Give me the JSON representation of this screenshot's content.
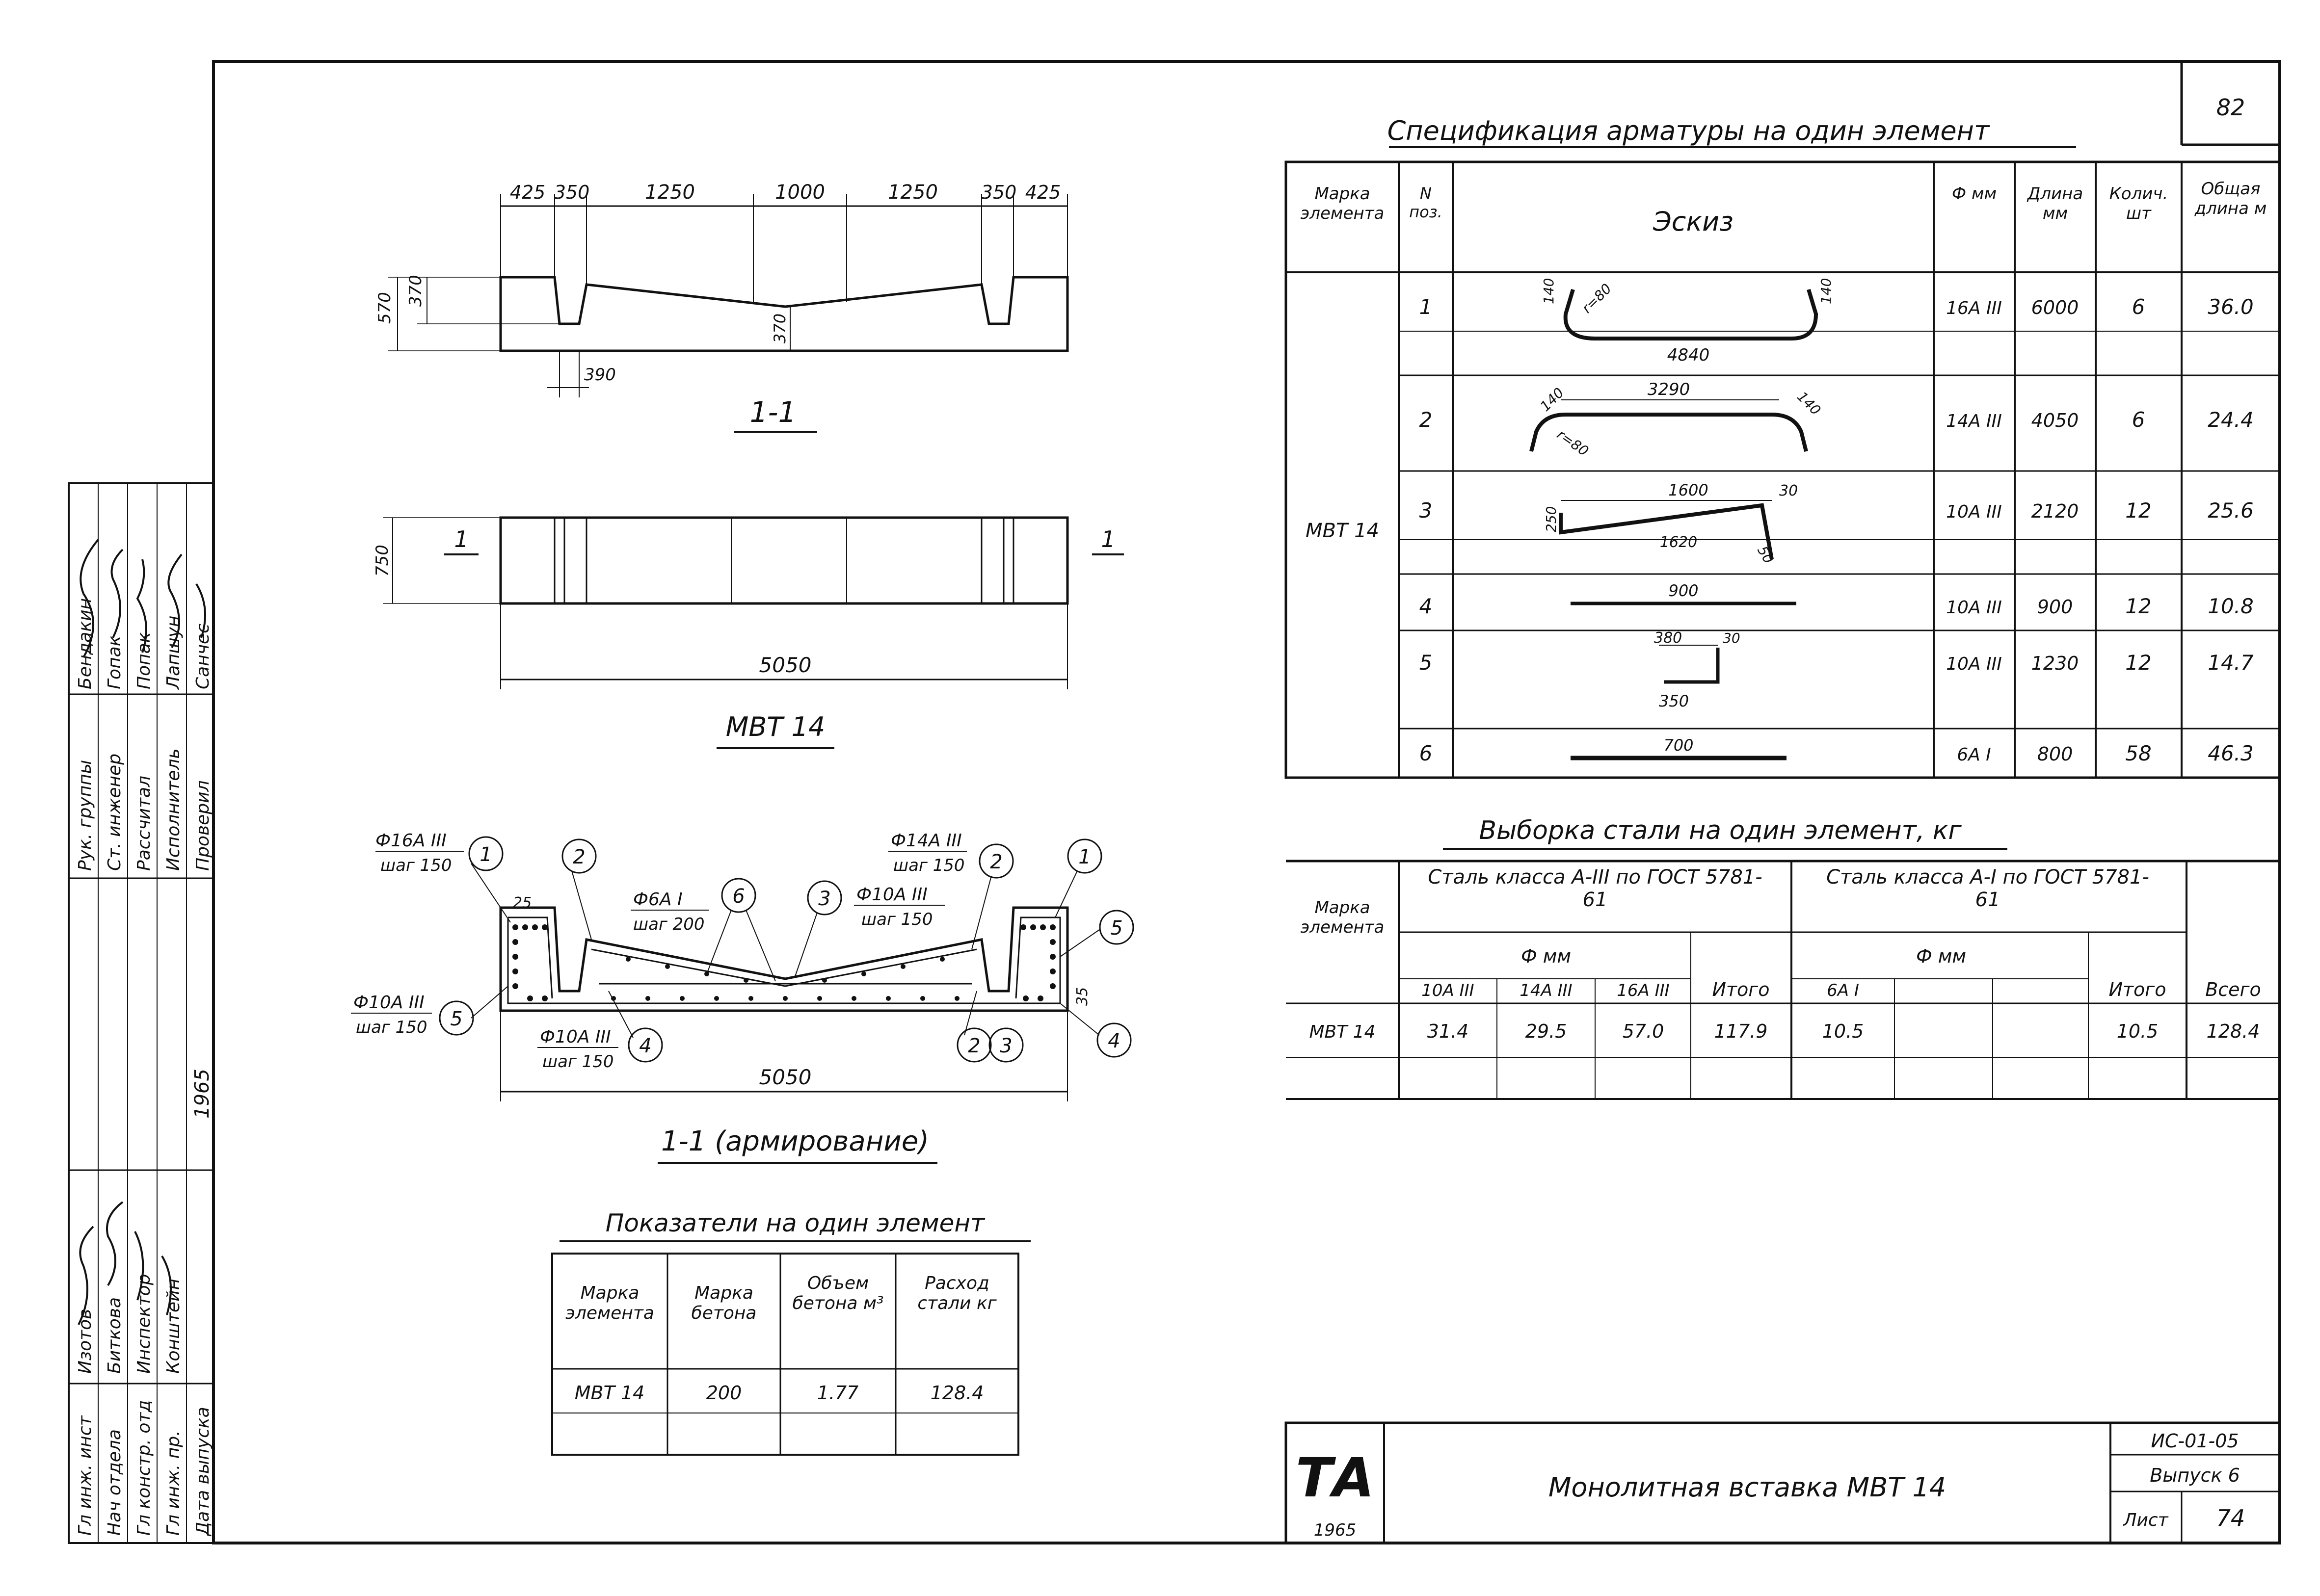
{
  "page_number": "82",
  "sidebar": {
    "rows": [
      {
        "role": "Гл инж. инст",
        "name": "Изотов",
        "date": ""
      },
      {
        "role": "Нач отдела",
        "name": "Биткова",
        "date": ""
      },
      {
        "role": "Гл констр. отд",
        "name": "Инспектор",
        "date": ""
      },
      {
        "role": "Гл инж. пр.",
        "name": "Конштейн",
        "date": ""
      },
      {
        "role": "Дата выпуска",
        "name": "",
        "date": "1965"
      }
    ],
    "roles2": [
      "Рук. группы",
      "Ст. инженер",
      "Рассчитал",
      "Исполнитель",
      "Проверил"
    ],
    "names2": [
      "Бендакин",
      "Гопак",
      "Попак",
      "Лапшун",
      "Санчес"
    ]
  },
  "section_view": {
    "dims_top": [
      "425",
      "350",
      "1250",
      "1000",
      "1250",
      "350",
      "425"
    ],
    "dim_height": "570",
    "dim_pocket": "370",
    "dim_center": "370",
    "dim_bottom": "390",
    "title": "1-1"
  },
  "plan_view": {
    "dim_width": "750",
    "dim_length": "5050",
    "cut_mark": "1",
    "title": "МВТ 14"
  },
  "reinforcement_view": {
    "labels": [
      {
        "text": "Ф16А III",
        "sub": "шаг 150"
      },
      {
        "text": "Ф6А I",
        "sub": "шаг 200"
      },
      {
        "text": "Ф10А III",
        "sub": "шаг 150"
      },
      {
        "text": "Ф14А III",
        "sub": "шаг 150"
      },
      {
        "text": "Ф10А III",
        "sub": "шаг 150"
      },
      {
        "text": "Ф10А III",
        "sub": "шаг 150"
      }
    ],
    "positions": [
      "1",
      "2",
      "6",
      "3",
      "2",
      "1",
      "5",
      "5",
      "4",
      "2",
      "3",
      "4"
    ],
    "dim_cover": "25",
    "dim_right": "35",
    "dim_length": "5050",
    "title": "1-1 (армирование)"
  },
  "indicators": {
    "title": "Показатели на один элемент",
    "headers": [
      "Марка элемента",
      "Марка бетона",
      "Объем бетона м³",
      "Расход стали кг"
    ],
    "rows": [
      [
        "МВТ 14",
        "200",
        "1.77",
        "128.4"
      ]
    ]
  },
  "spec": {
    "title": "Спецификация арматуры на один элемент",
    "headers": [
      "Марка элемента",
      "N поз.",
      "Эскиз",
      "Ф мм",
      "Длина мм",
      "Колич. шт",
      "Общая длина м"
    ],
    "element": "МВТ 14",
    "rows": [
      {
        "pos": "1",
        "dia": "16А III",
        "length": "6000",
        "qty": "6",
        "total": "36.0",
        "sketch": {
          "a": "140",
          "b": "4840",
          "c": "r=80",
          "d": "140"
        }
      },
      {
        "pos": "2",
        "dia": "14А III",
        "length": "4050",
        "qty": "6",
        "total": "24.4",
        "sketch": {
          "a": "140",
          "b": "3290",
          "c": "r=80",
          "d": "140"
        }
      },
      {
        "pos": "3",
        "dia": "10А III",
        "length": "2120",
        "qty": "12",
        "total": "25.6",
        "sketch": {
          "a": "1600",
          "b": "1620",
          "c": "250",
          "d": "30",
          "e": "50"
        }
      },
      {
        "pos": "4",
        "dia": "10А III",
        "length": "900",
        "qty": "12",
        "total": "10.8",
        "sketch": {
          "a": "900"
        }
      },
      {
        "pos": "5",
        "dia": "10А III",
        "length": "1230",
        "qty": "12",
        "total": "14.7",
        "sketch": {
          "a": "380",
          "b": "350",
          "c": "30"
        }
      },
      {
        "pos": "6",
        "dia": "6А I",
        "length": "800",
        "qty": "58",
        "total": "46.3",
        "sketch": {
          "a": "700"
        }
      }
    ]
  },
  "steel": {
    "title": "Выборка стали на один элемент, кг",
    "col_mark": "Марка элемента",
    "class_a3": "Сталь класса А-III по ГОСТ 5781-61",
    "class_a1": "Сталь класса А-I по ГОСТ 5781-61",
    "phi_mm": "Ф мм",
    "sub_a3": [
      "10А III",
      "14А III",
      "16А III",
      "Итого"
    ],
    "sub_a1": [
      "6А I",
      "",
      "",
      "Итого"
    ],
    "total": "Всего",
    "row": {
      "mark": "МВТ 14",
      "a3": [
        "31.4",
        "29.5",
        "57.0",
        "117.9"
      ],
      "a1": [
        "10.5",
        "",
        "",
        "10.5"
      ],
      "all": "128.4"
    }
  },
  "title_block": {
    "logo": "ТА",
    "year": "1965",
    "title": "Монолитная вставка МВТ 14",
    "code": "ИС-01-05",
    "issue": "Выпуск 6",
    "sheet_label": "Лист",
    "sheet": "74"
  }
}
